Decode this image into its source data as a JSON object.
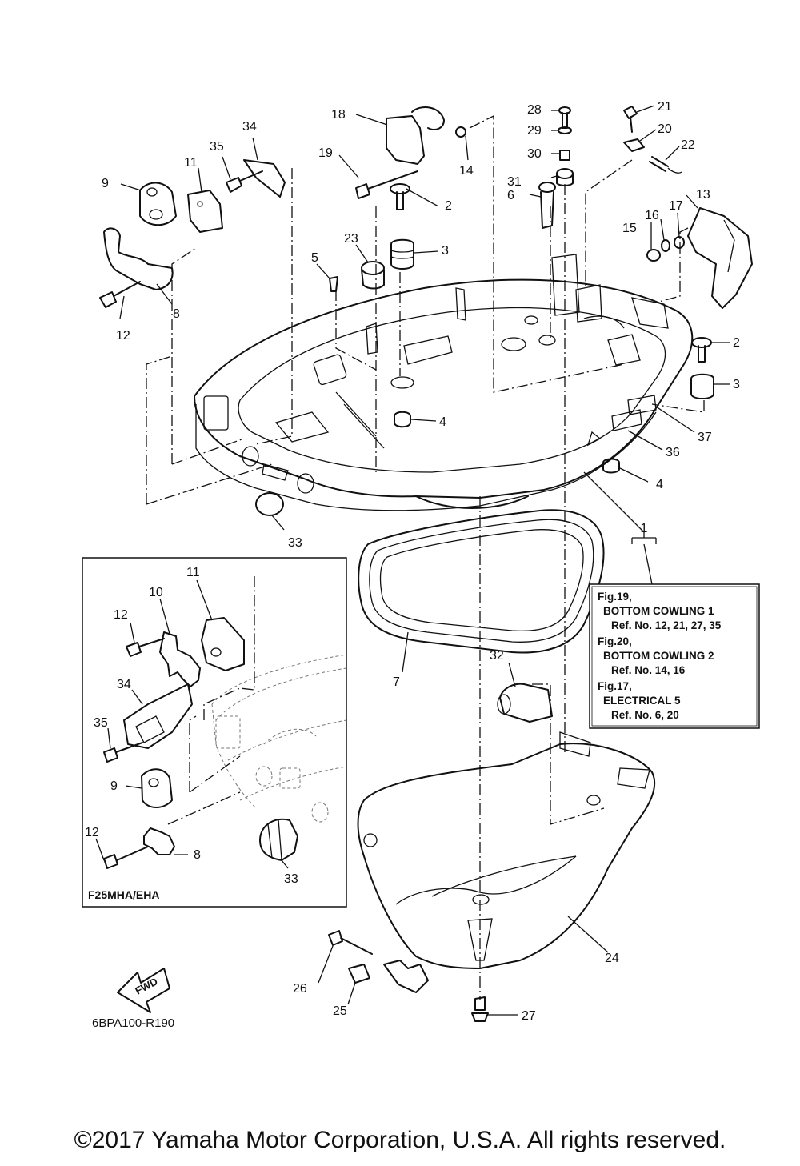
{
  "callouts": [
    {
      "id": "c1",
      "label": "1"
    },
    {
      "id": "c2a",
      "label": "2"
    },
    {
      "id": "c2b",
      "label": "2"
    },
    {
      "id": "c3a",
      "label": "3"
    },
    {
      "id": "c3b",
      "label": "3"
    },
    {
      "id": "c4a",
      "label": "4"
    },
    {
      "id": "c4b",
      "label": "4"
    },
    {
      "id": "c5",
      "label": "5"
    },
    {
      "id": "c6",
      "label": "6"
    },
    {
      "id": "c7",
      "label": "7"
    },
    {
      "id": "c8a",
      "label": "8"
    },
    {
      "id": "c8b",
      "label": "8"
    },
    {
      "id": "c9a",
      "label": "9"
    },
    {
      "id": "c9b",
      "label": "9"
    },
    {
      "id": "c10",
      "label": "10"
    },
    {
      "id": "c11a",
      "label": "11"
    },
    {
      "id": "c11b",
      "label": "11"
    },
    {
      "id": "c12a",
      "label": "12"
    },
    {
      "id": "c12b",
      "label": "12"
    },
    {
      "id": "c12c",
      "label": "12"
    },
    {
      "id": "c13",
      "label": "13"
    },
    {
      "id": "c14",
      "label": "14"
    },
    {
      "id": "c15",
      "label": "15"
    },
    {
      "id": "c16",
      "label": "16"
    },
    {
      "id": "c17",
      "label": "17"
    },
    {
      "id": "c18",
      "label": "18"
    },
    {
      "id": "c19",
      "label": "19"
    },
    {
      "id": "c20",
      "label": "20"
    },
    {
      "id": "c21",
      "label": "21"
    },
    {
      "id": "c22",
      "label": "22"
    },
    {
      "id": "c23",
      "label": "23"
    },
    {
      "id": "c24",
      "label": "24"
    },
    {
      "id": "c25",
      "label": "25"
    },
    {
      "id": "c26",
      "label": "26"
    },
    {
      "id": "c27",
      "label": "27"
    },
    {
      "id": "c28",
      "label": "28"
    },
    {
      "id": "c29",
      "label": "29"
    },
    {
      "id": "c30",
      "label": "30"
    },
    {
      "id": "c31",
      "label": "31"
    },
    {
      "id": "c32",
      "label": "32"
    },
    {
      "id": "c33a",
      "label": "33"
    },
    {
      "id": "c33b",
      "label": "33"
    },
    {
      "id": "c34a",
      "label": "34"
    },
    {
      "id": "c34b",
      "label": "34"
    },
    {
      "id": "c35a",
      "label": "35"
    },
    {
      "id": "c35b",
      "label": "35"
    },
    {
      "id": "c36",
      "label": "36"
    },
    {
      "id": "c37",
      "label": "37"
    }
  ],
  "reference_box": {
    "lines": [
      "Fig.19,",
      "BOTTOM COWLING 1",
      "Ref. No. 12, 21, 27, 35",
      "Fig.20,",
      "BOTTOM COWLING 2",
      "Ref. No. 14, 16",
      "Fig.17,",
      "ELECTRICAL 5",
      "Ref. No. 6, 20"
    ]
  },
  "inset": {
    "label": "F25MHA/EHA"
  },
  "fwd_label": "FWD",
  "diagram_code": "6BPA100-R190",
  "copyright": "©2017 Yamaha Motor Corporation, U.S.A. All rights reserved."
}
